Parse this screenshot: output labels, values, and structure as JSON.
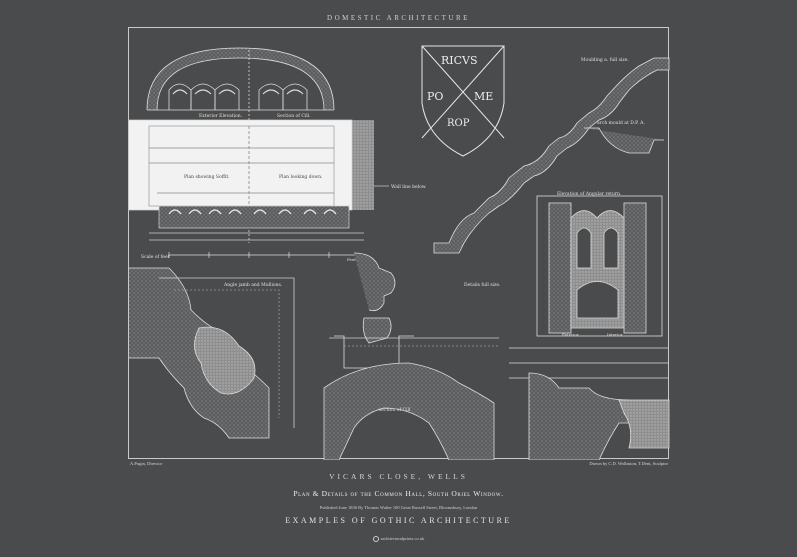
{
  "header": {
    "title": "DOMESTIC ARCHITECTURE"
  },
  "shield": {
    "line1": "RICVS",
    "left": "PO",
    "right": "ME",
    "bottom": "ROP"
  },
  "labels": {
    "exterior_elevation": "Exterior Elevation.",
    "section_of_cill": "Section of Cill.",
    "plan_showing_soffit": "Plan showing Soffit.",
    "plan_looking_down": "Plan looking down.",
    "wall_line_below": "Wall line below.",
    "moulding_full_size": "Moulding a. full size.",
    "arch_mould": "arch mould at D.P. A.",
    "scale": "Scale of feet",
    "angle_jamb": "Angle jamb and Mullions.",
    "details_full_size": "Details full size.",
    "elevation_of_angular_return": "Elevation of Angular return.",
    "exterior": "Exterior",
    "interior": "Interior",
    "section_of_cill_lower": "section of Cill",
    "feet": "Feet"
  },
  "footer": {
    "credit_left": "A.Pugin, Director",
    "credit_right": "Drawn by C.D. Wollaston, T.Dent, Sculptor",
    "place": "VICARS CLOSE, WELLS",
    "subtitle": "Plan & Details of the Common Hall, South Oriel Window.",
    "published": "Published June 1836 By Thomas Walter 100 Great Russell Street, Bloomsbury, London",
    "series": "EXAMPLES OF GOTHIC ARCHITECTURE",
    "website": "architecturalprints.co.uk"
  }
}
